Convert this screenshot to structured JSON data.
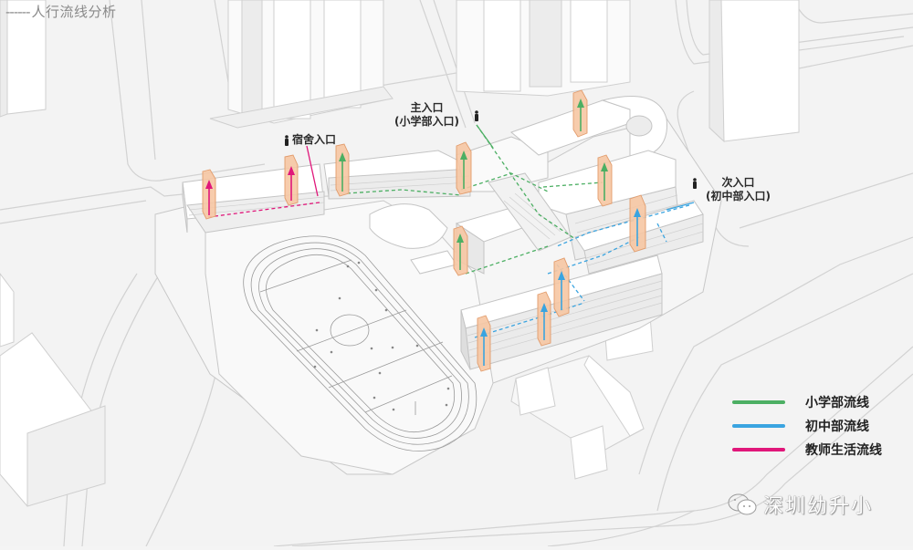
{
  "title": {
    "prefix": "------",
    "text": "人行流线分析"
  },
  "entrances": [
    {
      "id": "dorm",
      "line1": "宿舍入口",
      "line2": ""
    },
    {
      "id": "main",
      "line1": "主入口",
      "line2": "(小学部入口)"
    },
    {
      "id": "secondary",
      "line1": "次入口",
      "line2": "(初中部入口)"
    }
  ],
  "legend": [
    {
      "label": "小学部流线",
      "color": "#4caf63"
    },
    {
      "label": "初中部流线",
      "color": "#3aa4e0"
    },
    {
      "label": "教师生活流线",
      "color": "#e0177a"
    }
  ],
  "colors": {
    "background": "#f4f4f4",
    "building": "#ffffff",
    "building_shade": "#e6e6e6",
    "outline": "#c8c8c8",
    "core_fill": "#f6c7a3",
    "core_stroke": "#e29c6c",
    "primary_flow": "#4caf63",
    "middle_flow": "#3aa4e0",
    "teacher_flow": "#e0177a"
  },
  "watermark": {
    "icon": "wechat-icon",
    "text": "深圳幼升小"
  }
}
